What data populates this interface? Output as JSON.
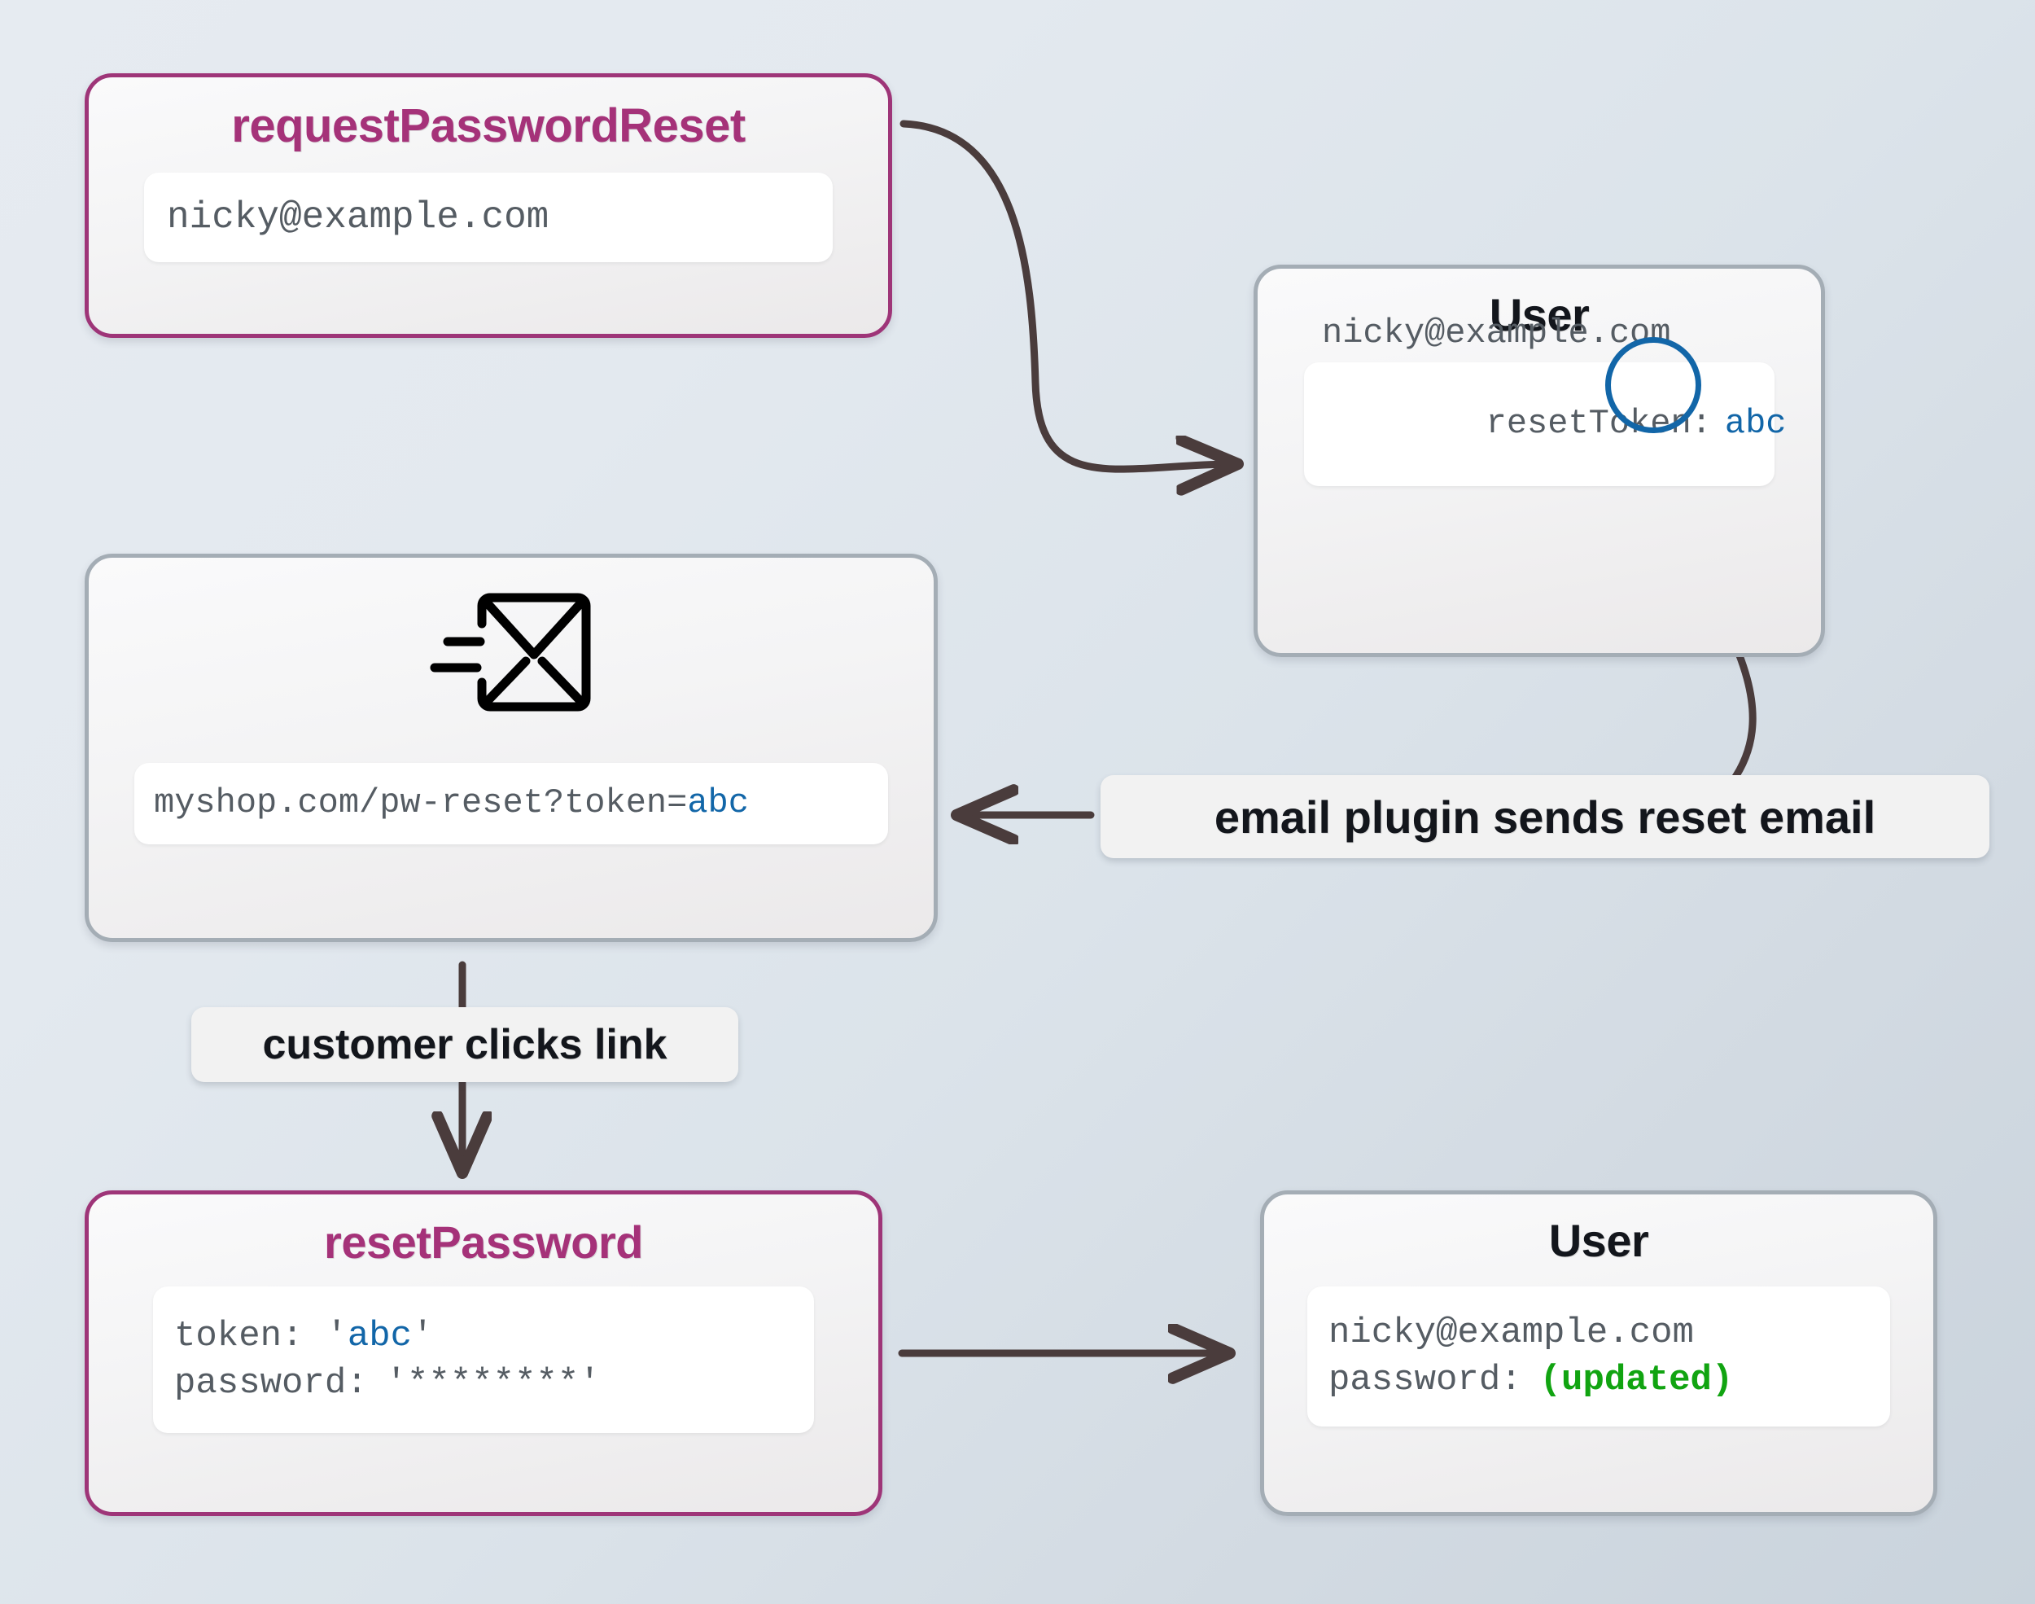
{
  "diagram": {
    "title_hint": "password reset token flow",
    "colors": {
      "accent_border": "#9e3578",
      "accent_text": "#a53279",
      "neutral_border": "#a4adb5",
      "token_highlight": "#1266a8",
      "updated_highlight": "#11a411",
      "arrow": "#4a3c3c",
      "background_from": "#e6ebf1",
      "background_to": "#c9d3dc"
    }
  },
  "nodes": {
    "request_password_reset": {
      "title": "requestPasswordReset",
      "field_email": "nicky@example.com"
    },
    "user_top": {
      "title": "User",
      "field_email": "nicky@example.com",
      "field_token_label": "resetToken:",
      "field_token_value": "abc"
    },
    "email_message": {
      "icon": "send-email-envelope-icon",
      "link_prefix": "myshop.com/pw-reset?token=",
      "link_token": "abc"
    },
    "reset_password": {
      "title": "resetPassword",
      "token_label": "token:",
      "token_quote_open": "'",
      "token_value": "abc",
      "token_quote_close": "'",
      "password_label": "password:",
      "password_value": "'********'"
    },
    "user_bottom": {
      "title": "User",
      "field_email": "nicky@example.com",
      "password_label": "password:",
      "password_value": "(updated)"
    }
  },
  "edge_labels": {
    "email_plugin": "email plugin sends reset email",
    "customer_clicks": "customer clicks link"
  }
}
